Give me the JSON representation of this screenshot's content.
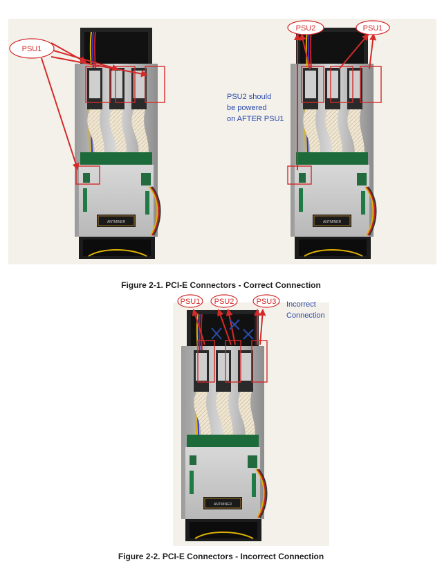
{
  "figure1": {
    "caption": "Figure 2-1. PCI-E Connectors - Correct Connection",
    "left_unit": {
      "psu_label": "PSU1"
    },
    "right_unit": {
      "psu2_label": "PSU2",
      "psu1_label": "PSU1"
    },
    "note_lines": [
      "PSU2 should",
      "be powered",
      "on AFTER PSU1"
    ]
  },
  "figure2": {
    "caption": "Figure 2-2. PCI-E Connectors - Incorrect Connection",
    "psu_labels": [
      "PSU1",
      "PSU2",
      "PSU3"
    ],
    "note_lines": [
      "Incorrect",
      "Connection"
    ]
  },
  "colors": {
    "annotation_red": "#d42a2a",
    "annotation_blue": "#2a4aa8",
    "background": "#f4f1ea"
  },
  "icons": [
    "x-cross-icon",
    "arrow-icon",
    "psu-oval-icon"
  ]
}
